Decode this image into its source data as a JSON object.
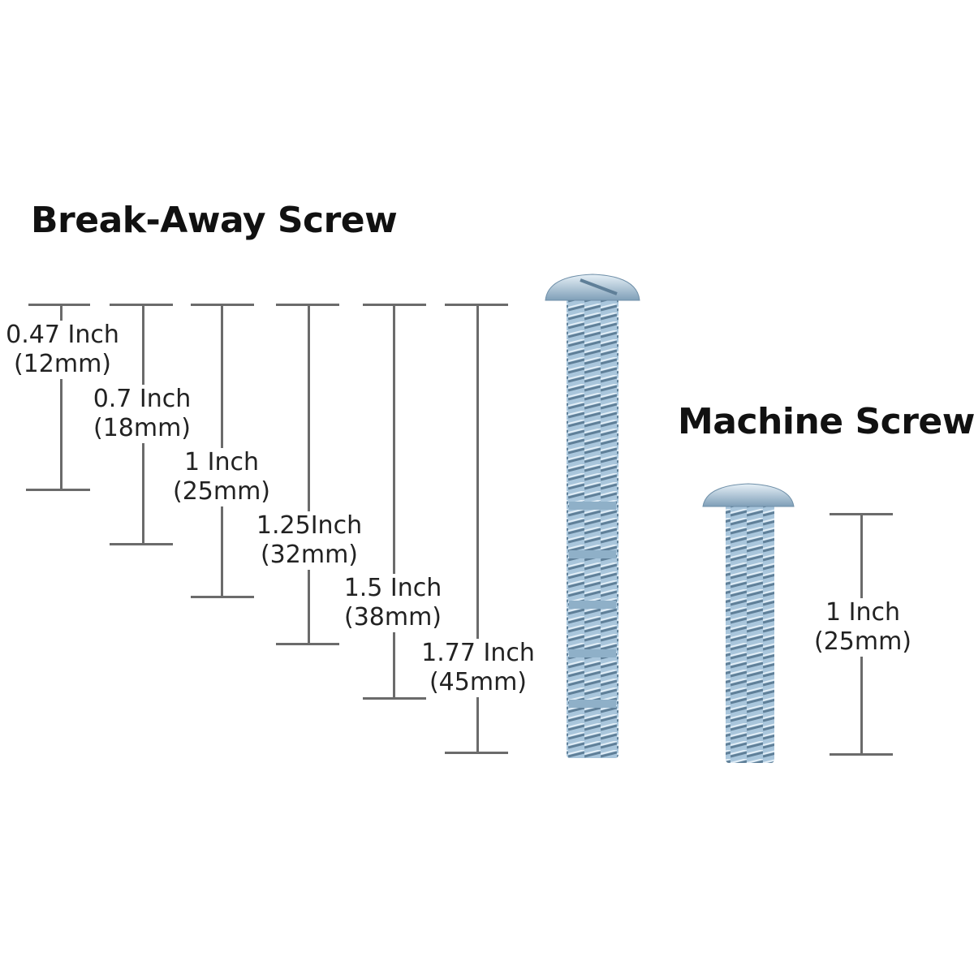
{
  "titles": {
    "break_away": "Break-Away Screw",
    "machine": "Machine Screw"
  },
  "break_away_sizes": [
    {
      "inch": "0.47 Inch",
      "mm": "(12mm)"
    },
    {
      "inch": "0.7 Inch",
      "mm": "(18mm)"
    },
    {
      "inch": "1 Inch",
      "mm": "(25mm)"
    },
    {
      "inch": "1.25Inch",
      "mm": "(32mm)"
    },
    {
      "inch": "1.5 Inch",
      "mm": "(38mm)"
    },
    {
      "inch": "1.77 Inch",
      "mm": "(45mm)"
    }
  ],
  "machine_size": {
    "inch": "1 Inch",
    "mm": "(25mm)"
  },
  "colors": {
    "line": "#6b6b6b",
    "screw": "#a9c6dc",
    "screw_dark": "#6f8fa8"
  }
}
